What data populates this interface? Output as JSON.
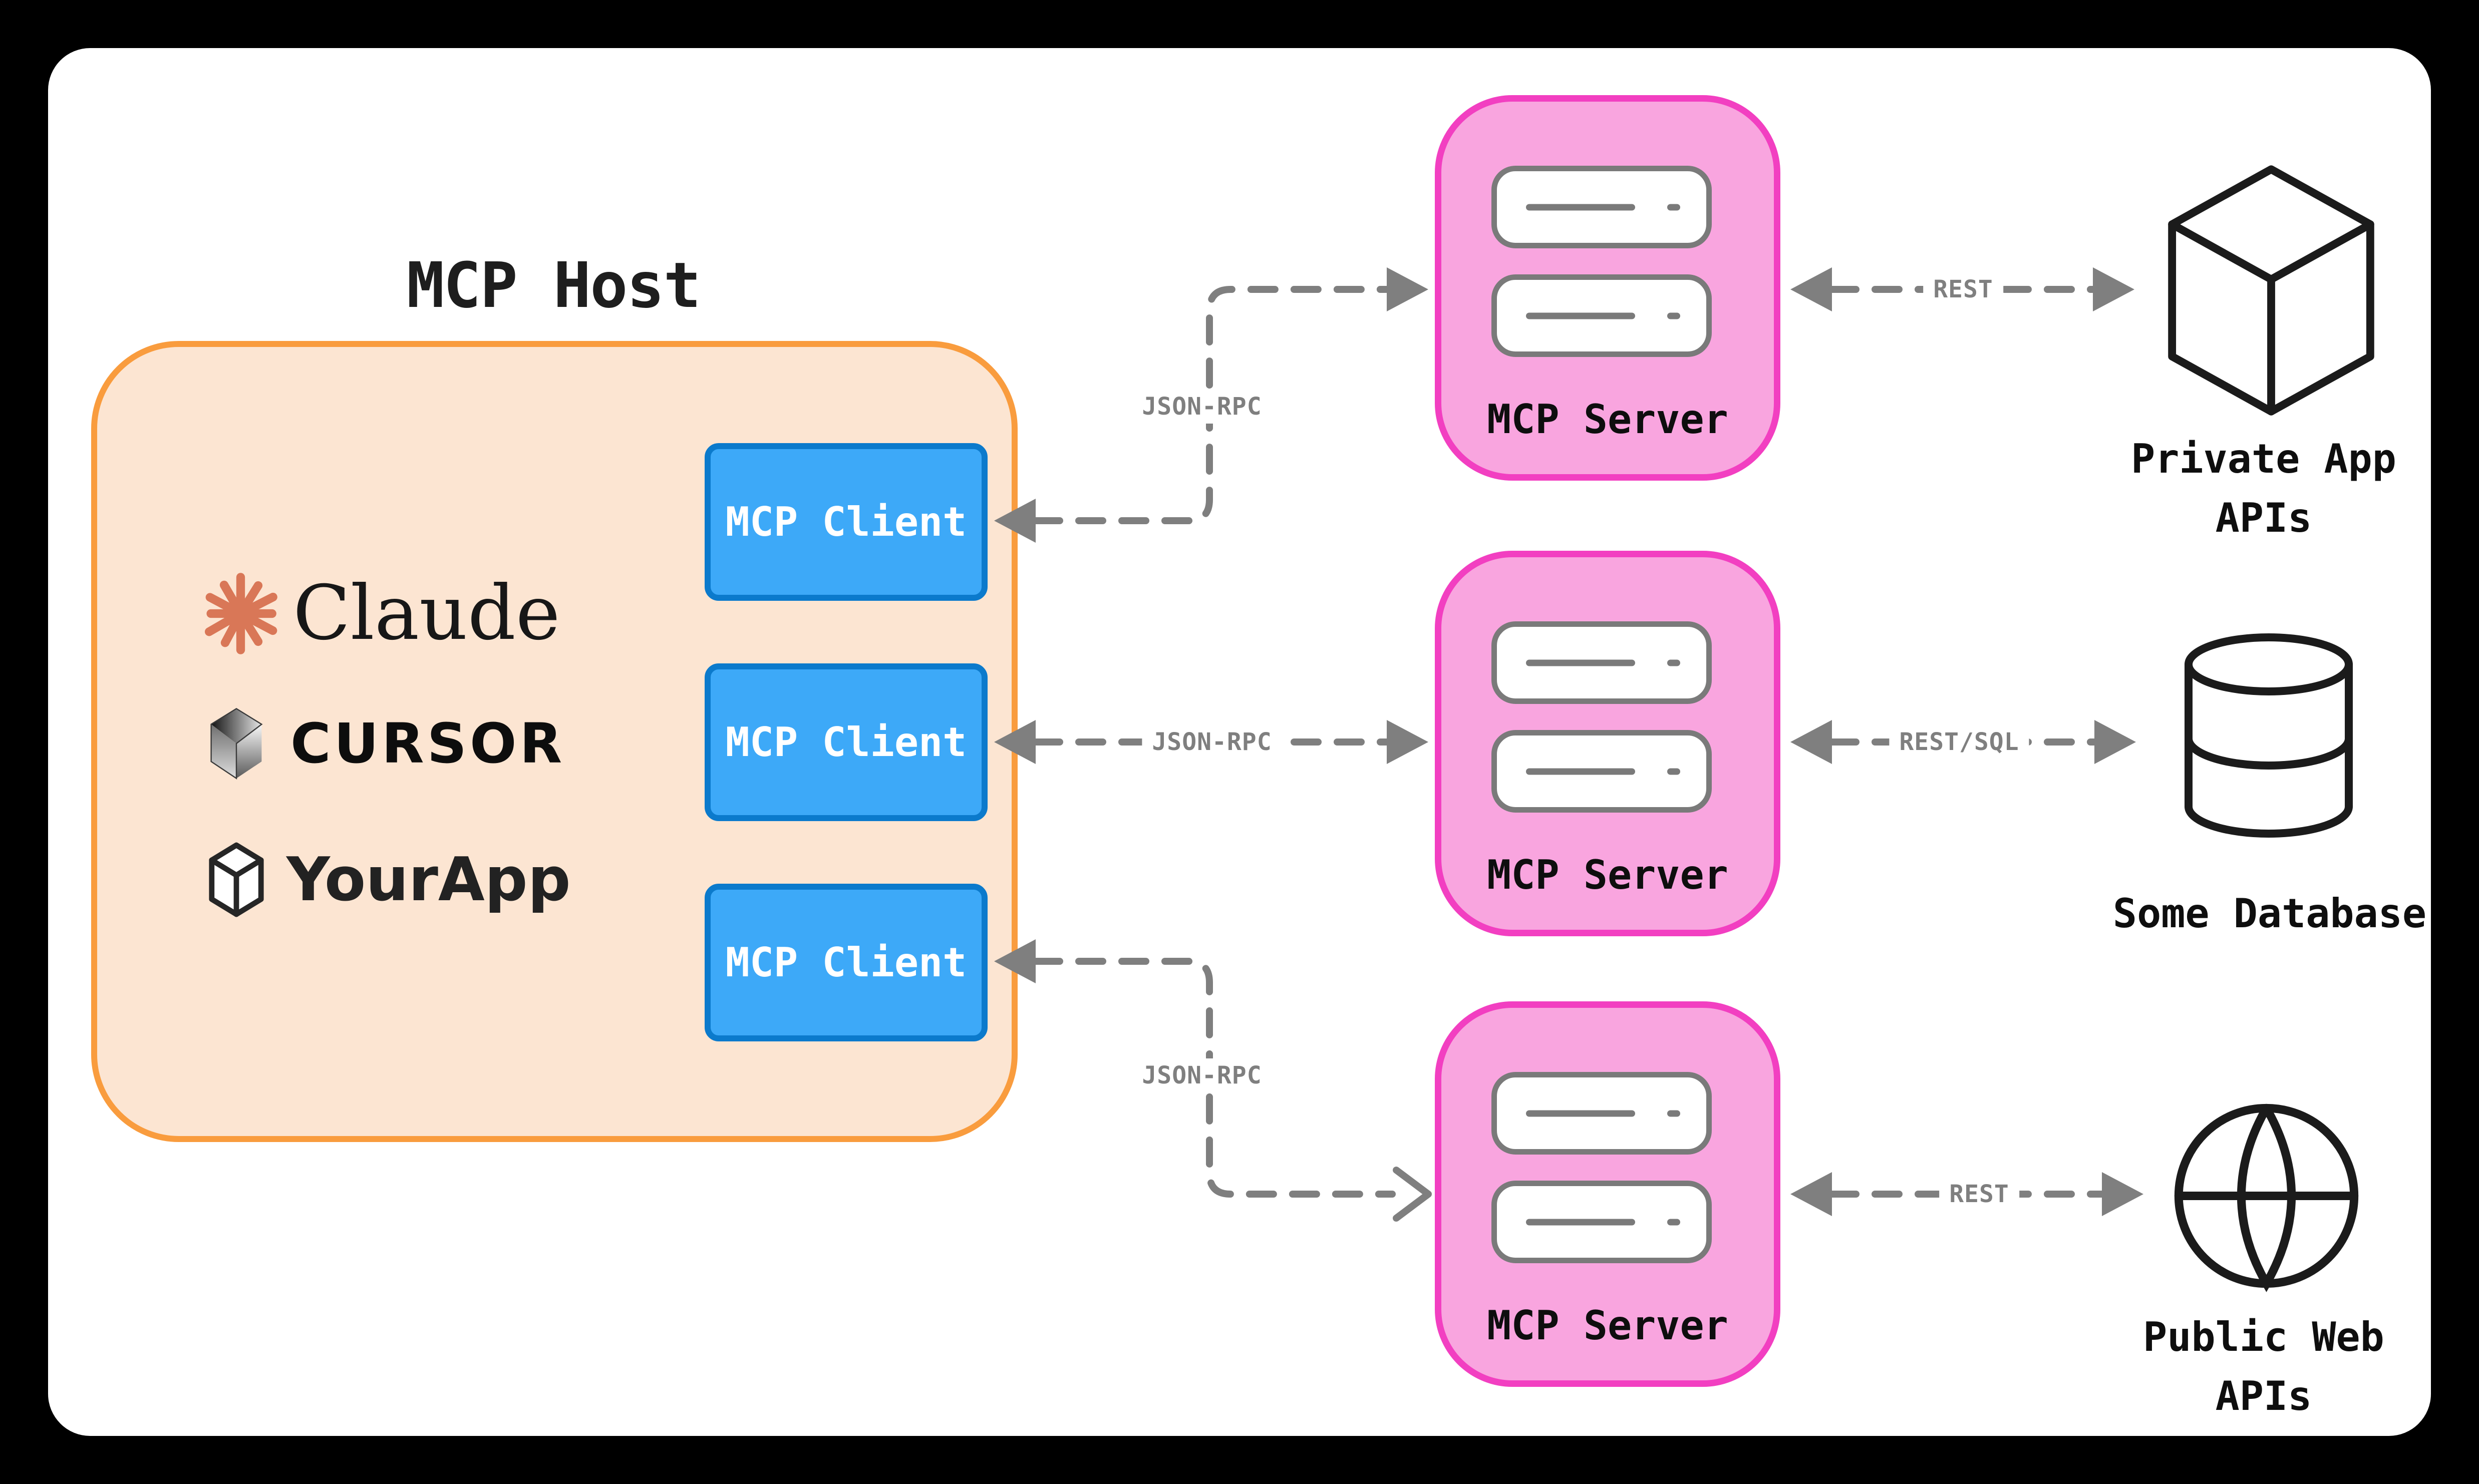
{
  "host": {
    "title": "MCP Host",
    "apps": [
      {
        "name": "Claude",
        "icon": "claude-starburst-icon"
      },
      {
        "name": "CURSOR",
        "icon": "cursor-cube-icon"
      },
      {
        "name": "YourApp",
        "icon": "yourapp-box-icon"
      }
    ],
    "clients": [
      {
        "label": "MCP Client"
      },
      {
        "label": "MCP Client"
      },
      {
        "label": "MCP Client"
      }
    ]
  },
  "servers": [
    {
      "label": "MCP Server"
    },
    {
      "label": "MCP Server"
    },
    {
      "label": "MCP Server"
    }
  ],
  "connections": {
    "json_rpc": [
      {
        "label": "JSON-RPC"
      },
      {
        "label": "JSON-RPC"
      },
      {
        "label": "JSON-RPC"
      }
    ],
    "transport": [
      {
        "label": "REST"
      },
      {
        "label": "REST/SQL"
      },
      {
        "label": "REST"
      }
    ]
  },
  "endpoints": [
    {
      "lines": [
        "Private App",
        "APIs"
      ],
      "icon": "cube-icon"
    },
    {
      "lines": [
        "Some Database",
        ""
      ],
      "icon": "database-icon"
    },
    {
      "lines": [
        "Public Web",
        "APIs"
      ],
      "icon": "globe-icon"
    }
  ],
  "colors": {
    "host_fill": "#FCE5D2",
    "host_border": "#F99C3E",
    "client_fill": "#3DA9F8",
    "client_border": "#0B7ACC",
    "server_fill": "#F9A5DF",
    "server_border": "#F23FC1",
    "arrow_gray": "#7F7F7F",
    "claude_accent": "#D97757"
  }
}
